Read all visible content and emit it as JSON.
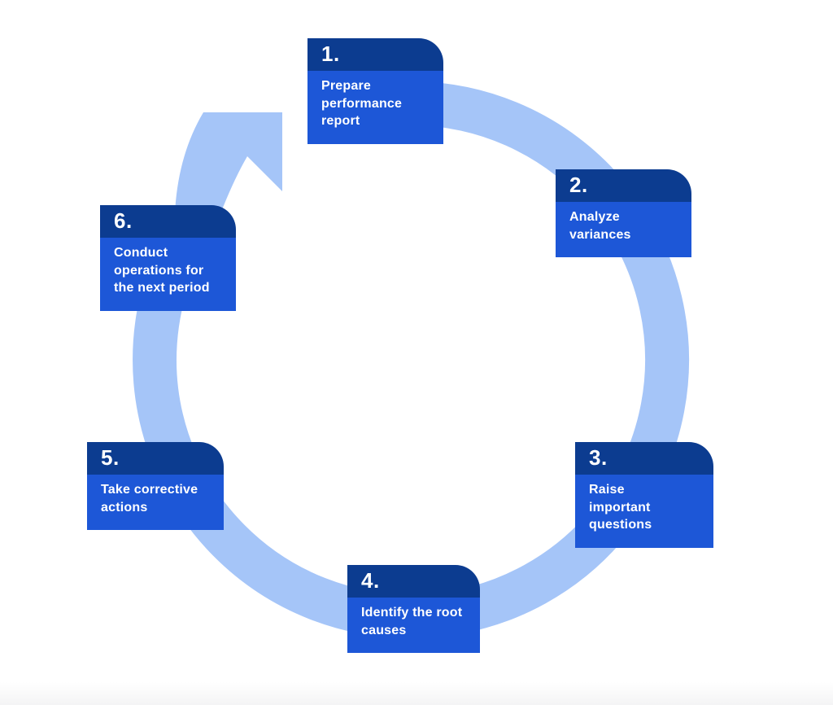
{
  "diagram": {
    "kind": "cycle-process",
    "flow_direction": "clockwise",
    "step_count": 6,
    "colors": {
      "step_header_bg": "#0c3c90",
      "step_body_bg": "#1d57d7",
      "ring_arrow": "#a5c5f8",
      "step_text": "#ffffff",
      "page_bg": "#ffffff"
    },
    "steps": [
      {
        "number": "1.",
        "label": "Prepare\nperformance\nreport"
      },
      {
        "number": "2.",
        "label": "Analyze\nvariances"
      },
      {
        "number": "3.",
        "label": "Raise\nimportant\nquestions"
      },
      {
        "number": "4.",
        "label": "Identify the root\ncauses"
      },
      {
        "number": "5.",
        "label": "Take corrective\nactions"
      },
      {
        "number": "6.",
        "label": "Conduct\noperations for\nthe next period"
      }
    ]
  }
}
